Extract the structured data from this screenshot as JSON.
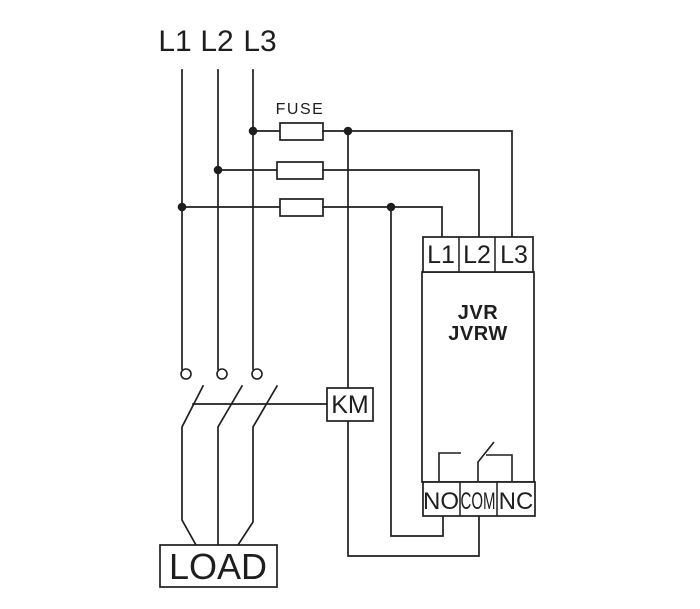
{
  "diagram_type": "three-phase protection relay wiring diagram",
  "phase_labels": {
    "l1": "L1",
    "l2": "L2",
    "l3": "L3"
  },
  "fuse_label": "FUSE",
  "relay": {
    "input_terminals": [
      "L1",
      "L2",
      "L3"
    ],
    "model": {
      "line1": "JVR",
      "line2": "JVRW"
    },
    "output_terminals": [
      "NO",
      "COM",
      "NC"
    ]
  },
  "contactor_coil_label": "KM",
  "load_label": "LOAD",
  "colors": {
    "line": "#1e1e1e",
    "background": "#ffffff"
  }
}
